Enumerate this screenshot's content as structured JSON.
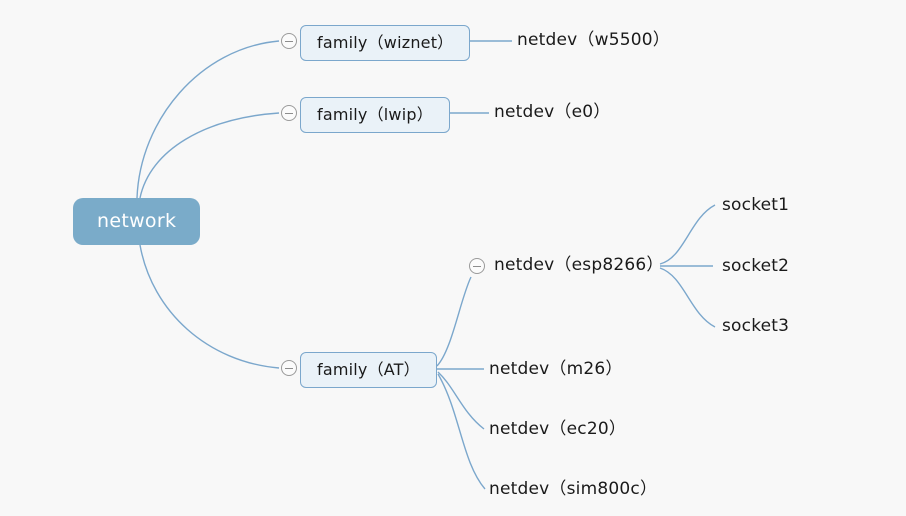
{
  "diagram": {
    "type": "mindmap",
    "background_color": "#f8f8f8",
    "edge_color": "#7ba7cc",
    "root": {
      "label": "network",
      "fill_color": "#7aabc9",
      "text_color": "#ffffff"
    },
    "node_style": {
      "box_fill": "#eaf2f8",
      "box_border": "#7ba7cc",
      "text_color": "#1a1a1a"
    },
    "nodes": {
      "family_wiznet": "family（wiznet）",
      "netdev_w5500": "netdev（w5500）",
      "family_lwip": "family（lwip）",
      "netdev_e0": "netdev（e0）",
      "family_at": "family（AT）",
      "netdev_esp8266": "netdev（esp8266）",
      "socket1": "socket1",
      "socket2": "socket2",
      "socket3": "socket3",
      "netdev_m26": "netdev（m26）",
      "netdev_ec20": "netdev（ec20）",
      "netdev_sim800c": "netdev（sim800c）"
    },
    "toggles": {
      "wiznet": "collapse-toggle-icon",
      "lwip": "collapse-toggle-icon",
      "at": "collapse-toggle-icon",
      "esp8266": "collapse-toggle-icon"
    }
  }
}
